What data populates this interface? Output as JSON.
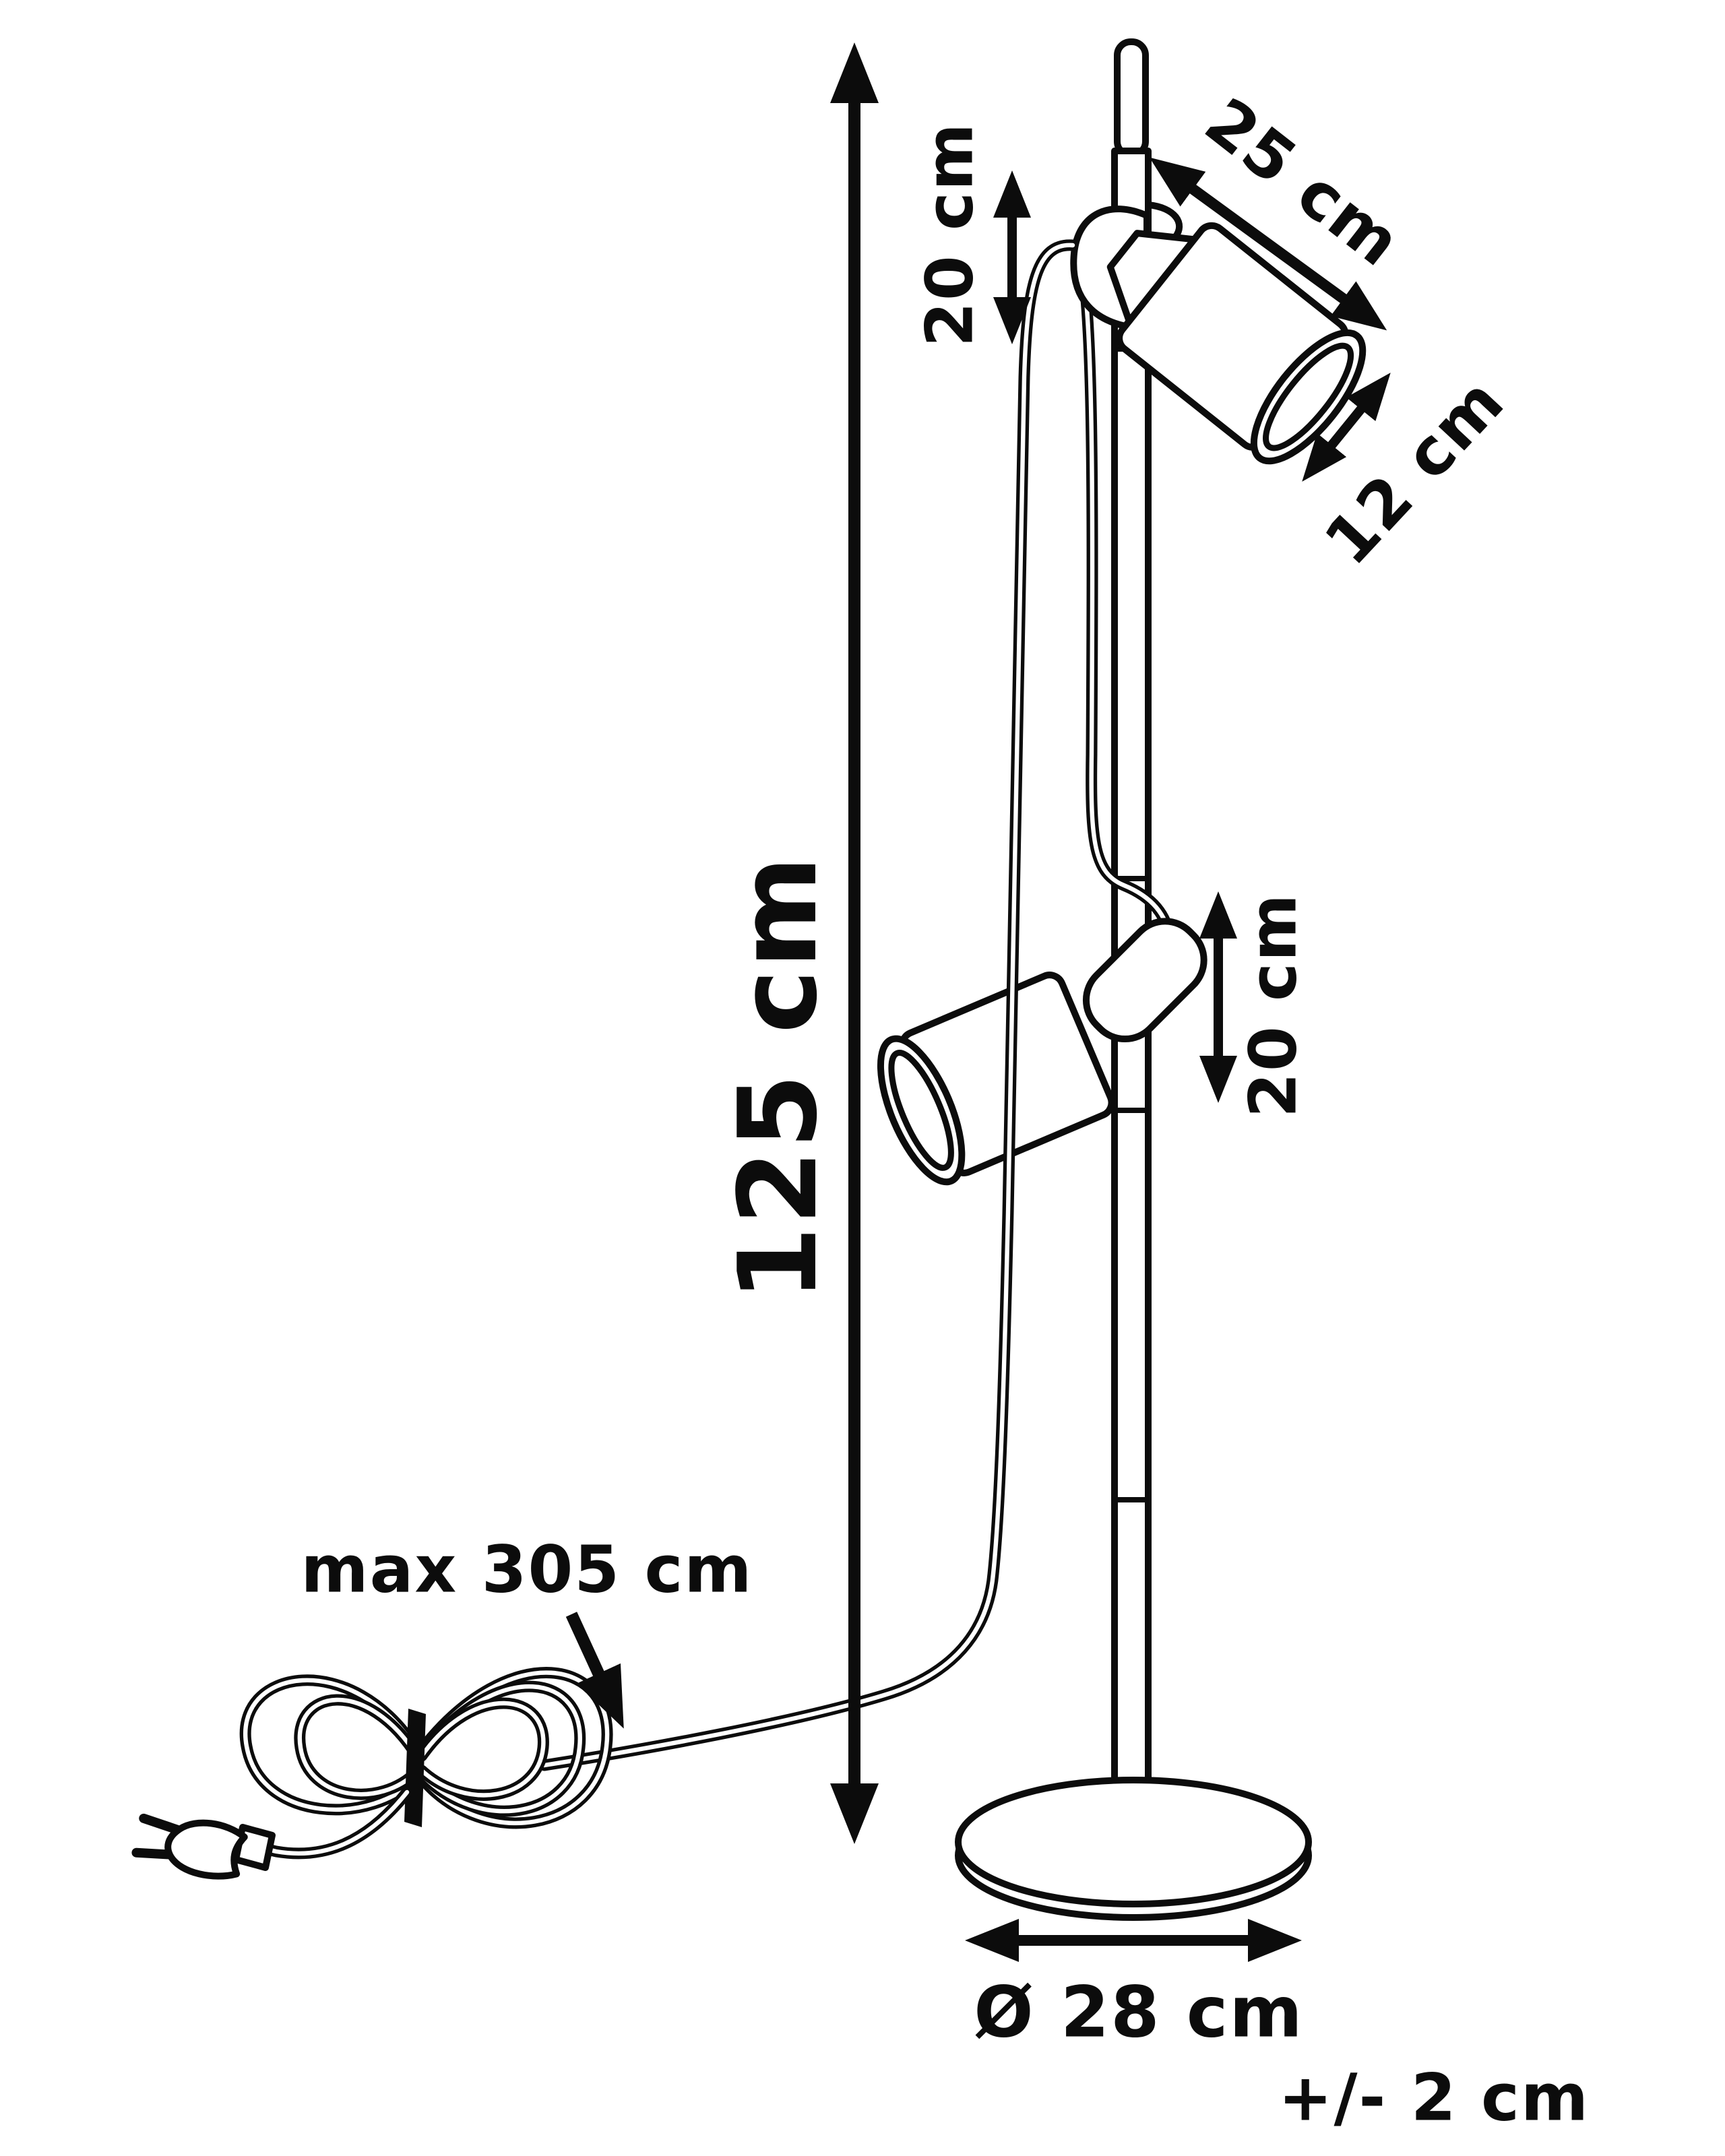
{
  "figure": {
    "kind": "product dimension diagram",
    "subject": "floor lamp with two adjustable spotlight heads, round base and power cord",
    "background_color": "#ffffff",
    "line_color": "#0c0c0c"
  },
  "labels": {
    "height": "125 cm",
    "upper_section": "20 cm",
    "head_length": "25 cm",
    "head_diameter": "12 cm",
    "lower_section": "20 cm",
    "cable_length": "max 305 cm",
    "base_diameter": "Ø 28 cm",
    "tolerance": "+/- 2 cm"
  }
}
